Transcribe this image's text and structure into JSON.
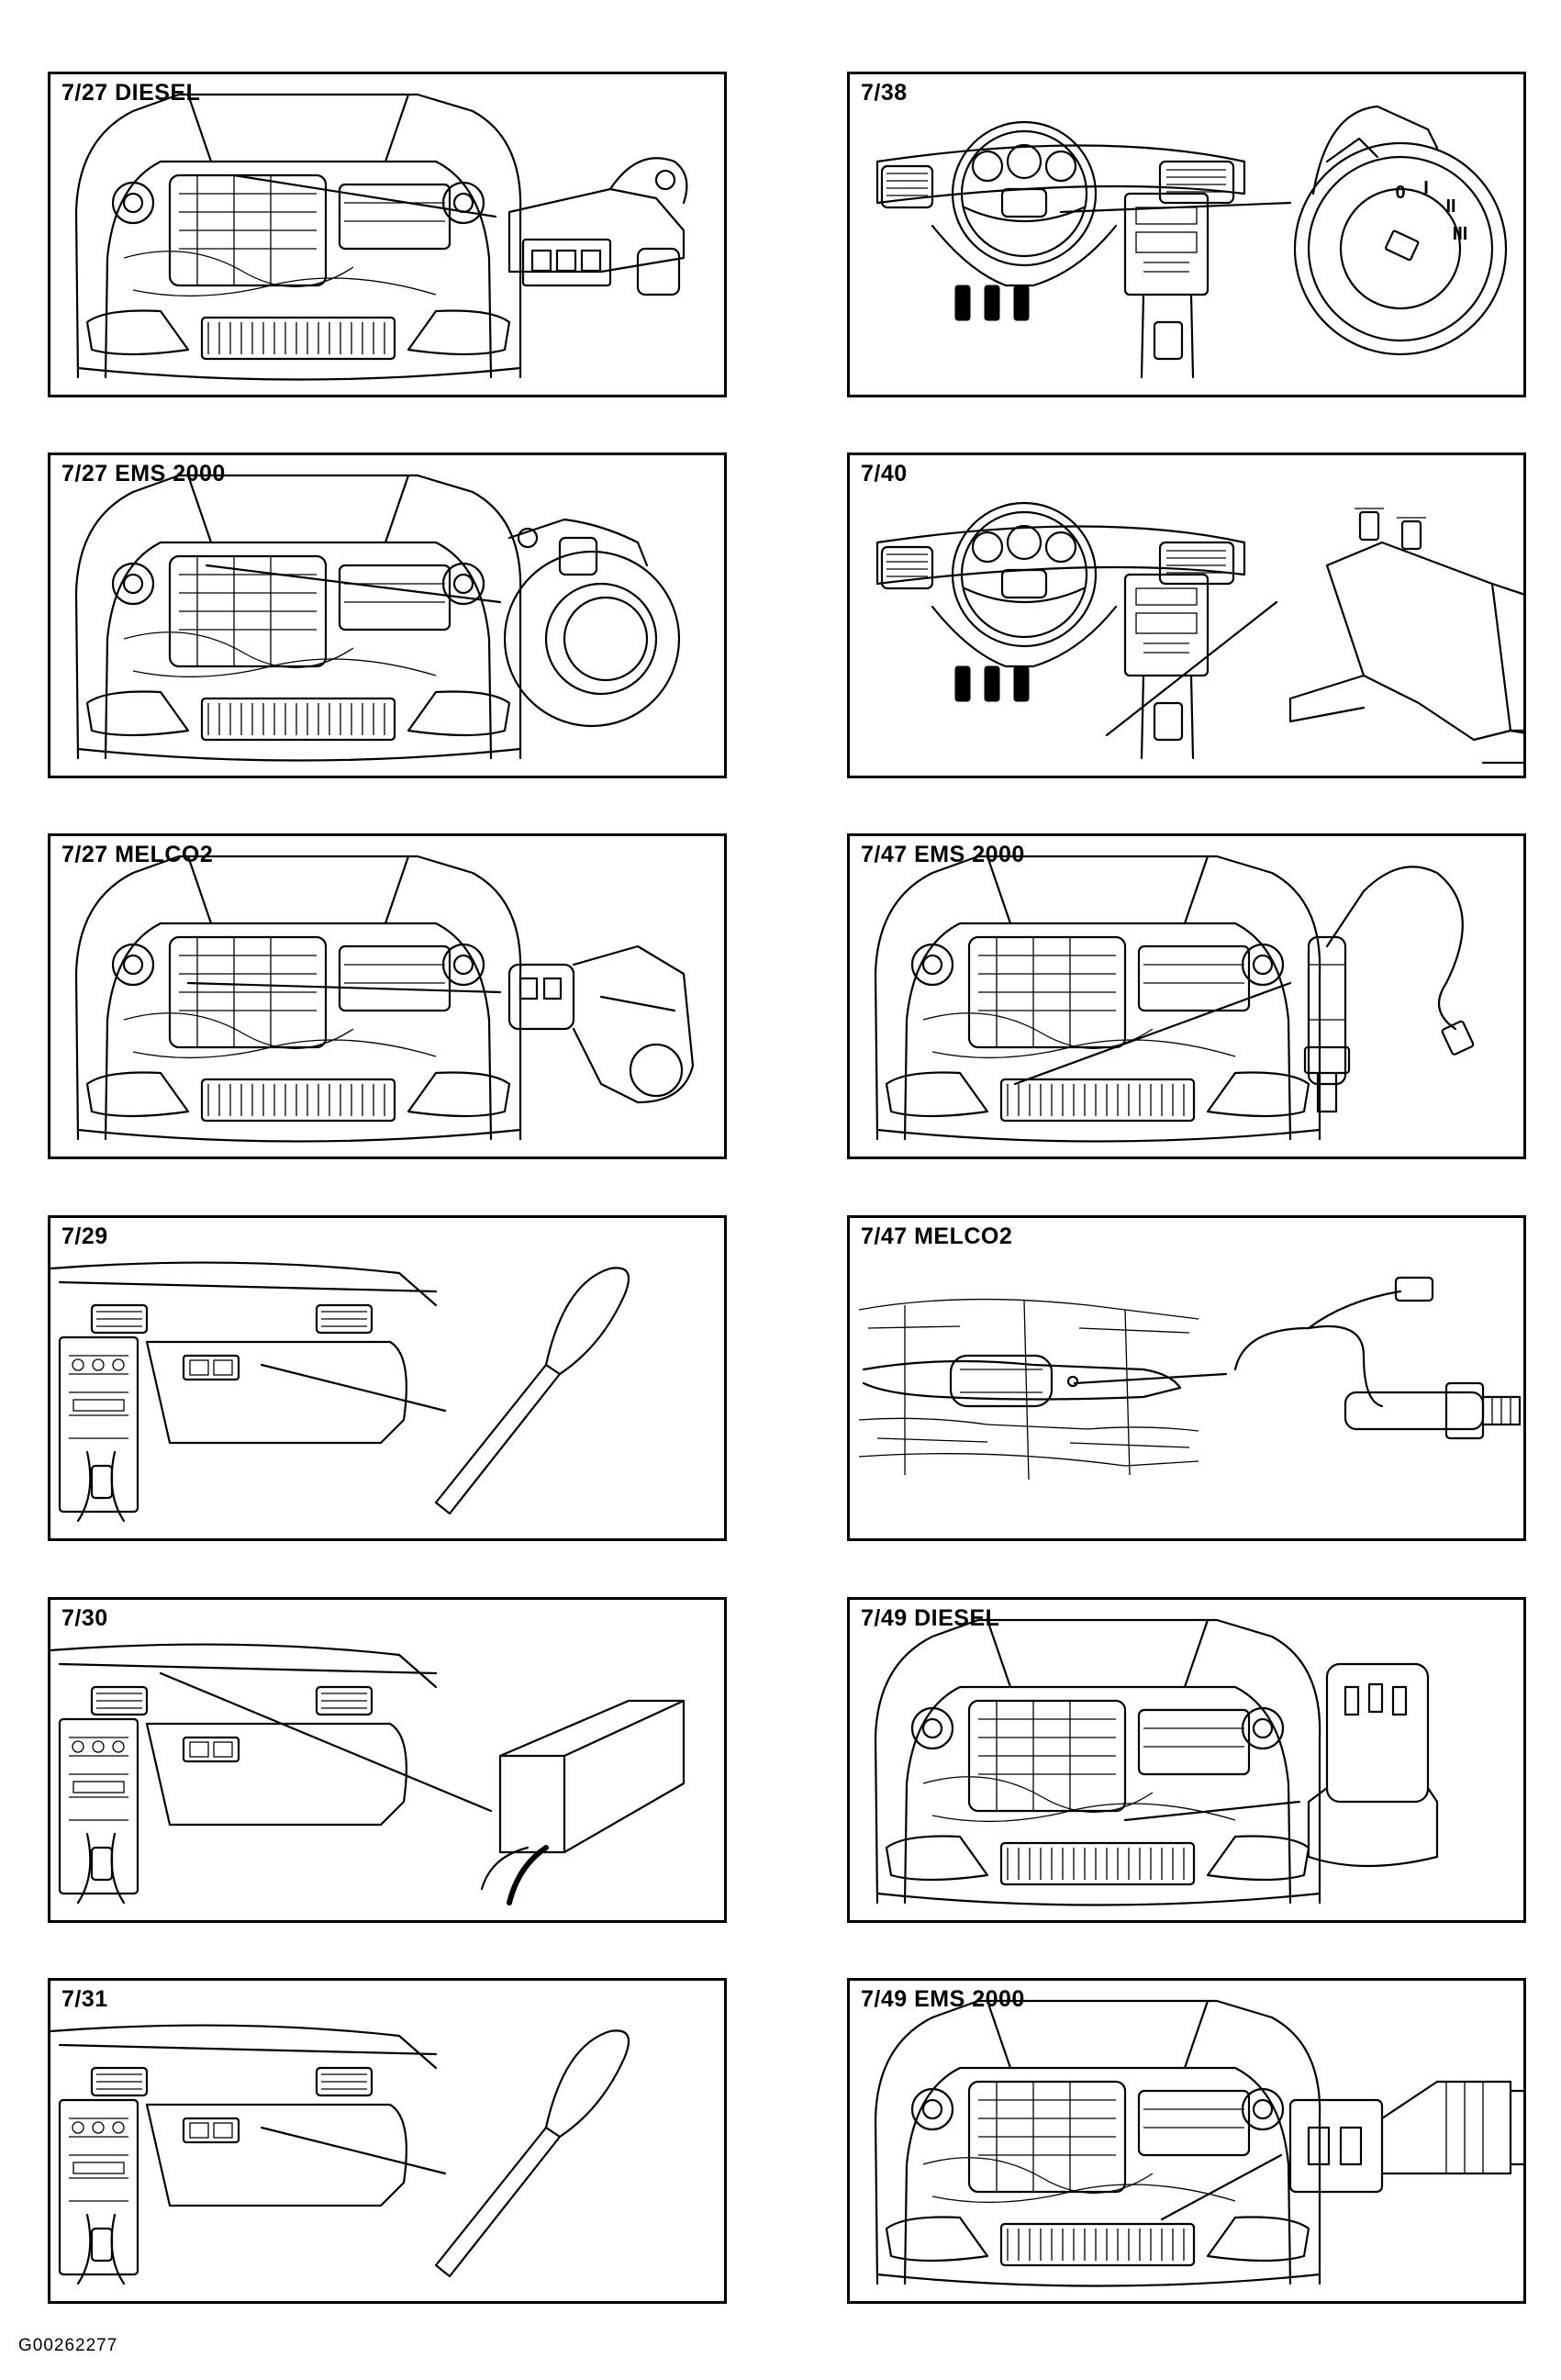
{
  "figure_code": "G00262277",
  "panels": [
    {
      "label": "7/27 DIESEL",
      "scene": "engine-bay",
      "component": "connector-sensor"
    },
    {
      "label": "7/38",
      "scene": "dashboard",
      "component": "ignition-switch",
      "ignition_marks": [
        "0",
        "I",
        "II",
        "III"
      ]
    },
    {
      "label": "7/27 EMS 2000",
      "scene": "engine-bay",
      "component": "round-sensor"
    },
    {
      "label": "7/40",
      "scene": "dashboard",
      "component": "control-module-bracket"
    },
    {
      "label": "7/27 MELCO2",
      "scene": "engine-bay",
      "component": "cam-sensor"
    },
    {
      "label": "7/47 EMS 2000",
      "scene": "engine-bay",
      "component": "oxygen-sensor"
    },
    {
      "label": "7/29",
      "scene": "glovebox",
      "component": "fuse-probe"
    },
    {
      "label": "7/47 MELCO2",
      "scene": "underbody",
      "component": "oxygen-sensor-long"
    },
    {
      "label": "7/30",
      "scene": "glovebox",
      "component": "box-module"
    },
    {
      "label": "7/49 DIESEL",
      "scene": "engine-bay",
      "component": "temp-sensor"
    },
    {
      "label": "7/31",
      "scene": "glovebox",
      "component": "fuse-probe"
    },
    {
      "label": "7/49 EMS 2000",
      "scene": "engine-bay",
      "component": "temp-sender"
    }
  ]
}
